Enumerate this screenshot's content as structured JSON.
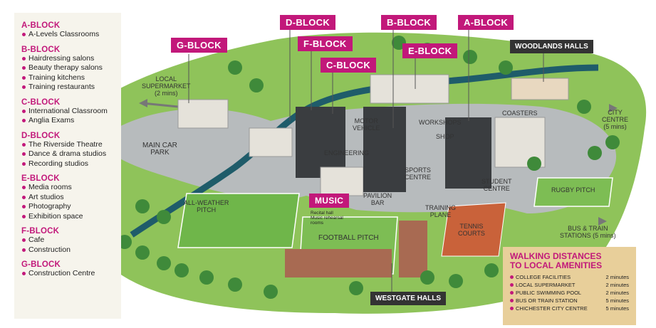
{
  "legend": {
    "blocks": [
      {
        "title": "A-BLOCK",
        "items": [
          "A-Levels Classrooms"
        ]
      },
      {
        "title": "B-BLOCK",
        "items": [
          "Hairdressing salons",
          "Beauty therapy salons",
          "Training kitchens",
          "Training restaurants"
        ]
      },
      {
        "title": "C-BLOCK",
        "items": [
          "International Classroom",
          "Anglia Exams"
        ]
      },
      {
        "title": "D-BLOCK",
        "items": [
          "The Riverside Theatre",
          "Dance & drama studios",
          "Recording studios"
        ]
      },
      {
        "title": "E-BLOCK",
        "items": [
          "Media rooms",
          "Art studios",
          "Photography",
          "Exhibition space"
        ]
      },
      {
        "title": "F-BLOCK",
        "items": [
          "Cafe",
          "Construction"
        ]
      },
      {
        "title": "G-BLOCK",
        "items": [
          "Construction Centre"
        ]
      }
    ]
  },
  "map_labels": {
    "g_block": "G-BLOCK",
    "d_block": "D-BLOCK",
    "f_block": "F-BLOCK",
    "c_block": "C-BLOCK",
    "b_block": "B-BLOCK",
    "e_block": "E-BLOCK",
    "a_block": "A-BLOCK",
    "music": "MUSIC",
    "music_sub1": "Recital hall",
    "music_sub2": "Music rehearsal",
    "music_sub3": "rooms",
    "woodlands_halls": "WOODLANDS HALLS",
    "westgate_halls": "WESTGATE HALLS"
  },
  "places": {
    "local_supermarket": "LOCAL",
    "local_supermarket2": "SUPERMARKET",
    "local_supermarket3": "(2 mins)",
    "main_car_park": "MAIN CAR",
    "main_car_park2": "PARK",
    "motor_vehicle": "MOTOR",
    "motor_vehicle2": "VEHICLE",
    "engineering": "ENGINEERING",
    "workshops": "WORKSHOPS",
    "shop": "SHOP",
    "coasters": "COASTERS",
    "city_centre": "CITY",
    "city_centre2": "CENTRE",
    "city_centre3": "(5 mins)",
    "sports_centre": "SPORTS",
    "sports_centre2": "CENTRE",
    "pavilion_bar": "PAVILION",
    "pavilion_bar2": "BAR",
    "student_centre": "STUDENT",
    "student_centre2": "CENTRE",
    "rugby_pitch": "RUGBY PITCH",
    "all_weather": "ALL-WEATHER",
    "all_weather2": "PITCH",
    "training_plane": "TRAINING",
    "training_plane2": "PLANE",
    "tennis_courts": "TENNIS",
    "tennis_courts2": "COURTS",
    "football_pitch": "FOOTBALL PITCH",
    "bus_train": "BUS & TRAIN",
    "bus_train2": "STATIONS (5 mins)"
  },
  "walking": {
    "title1": "WALKING DISTANCES",
    "title2": "TO LOCAL AMENITIES",
    "rows": [
      {
        "name": "COLLEGE FACILITIES",
        "time": "2 minutes"
      },
      {
        "name": "LOCAL SUPERMARKET",
        "time": "2 minutes"
      },
      {
        "name": "PUBLIC SWIMMING POOL",
        "time": "2 minutes"
      },
      {
        "name": "BUS OR TRAIN STATION",
        "time": "5 minutes"
      },
      {
        "name": "CHICHESTER CITY CENTRE",
        "time": "5 minutes"
      }
    ]
  },
  "colors": {
    "accent": "#c2187a",
    "grass": "#8fc35a",
    "river": "#1f5c6a",
    "tarmac": "#b7bbbd",
    "building_dark": "#3a3d40",
    "walk_panel": "#e8cf9a"
  }
}
